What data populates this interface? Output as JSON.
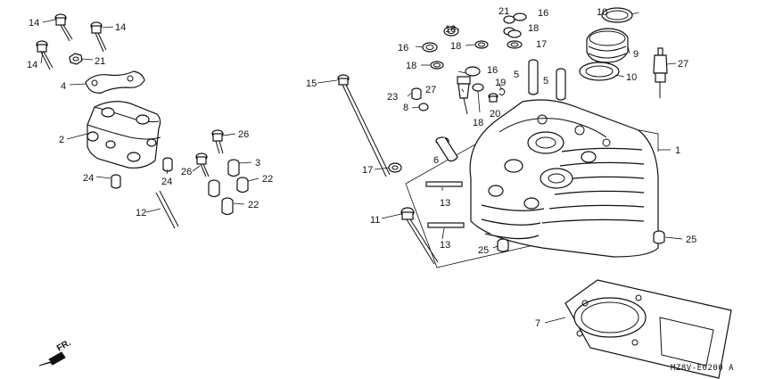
{
  "callouts": [
    {
      "id": "c14a",
      "text": "14"
    },
    {
      "id": "c14b",
      "text": "14"
    },
    {
      "id": "c14c",
      "text": "14"
    },
    {
      "id": "c21a",
      "text": "21"
    },
    {
      "id": "c4",
      "text": "4"
    },
    {
      "id": "c2",
      "text": "2"
    },
    {
      "id": "c24a",
      "text": "24"
    },
    {
      "id": "c24b",
      "text": "24"
    },
    {
      "id": "c12",
      "text": "12"
    },
    {
      "id": "c26a",
      "text": "26"
    },
    {
      "id": "c26b",
      "text": "26"
    },
    {
      "id": "c3",
      "text": "3"
    },
    {
      "id": "c22a",
      "text": "22"
    },
    {
      "id": "c22b",
      "text": "22"
    },
    {
      "id": "c15",
      "text": "15"
    },
    {
      "id": "c16a",
      "text": "16"
    },
    {
      "id": "c18a",
      "text": "18"
    },
    {
      "id": "c16b",
      "text": "16"
    },
    {
      "id": "c18b",
      "text": "18"
    },
    {
      "id": "c21b",
      "text": "21"
    },
    {
      "id": "c16c",
      "text": "16"
    },
    {
      "id": "c18c",
      "text": "18"
    },
    {
      "id": "c17a",
      "text": "17"
    },
    {
      "id": "c16d",
      "text": "16"
    },
    {
      "id": "c23",
      "text": "23"
    },
    {
      "id": "c27a",
      "text": "27"
    },
    {
      "id": "c8",
      "text": "8"
    },
    {
      "id": "c19",
      "text": "19"
    },
    {
      "id": "c20",
      "text": "20"
    },
    {
      "id": "c18d",
      "text": "18"
    },
    {
      "id": "c5a",
      "text": "5"
    },
    {
      "id": "c5b",
      "text": "5"
    },
    {
      "id": "c10a",
      "text": "10"
    },
    {
      "id": "c9",
      "text": "9"
    },
    {
      "id": "c10b",
      "text": "10"
    },
    {
      "id": "c27b",
      "text": "27"
    },
    {
      "id": "c6",
      "text": "6"
    },
    {
      "id": "c1",
      "text": "1"
    },
    {
      "id": "c17b",
      "text": "17"
    },
    {
      "id": "c13a",
      "text": "13"
    },
    {
      "id": "c11",
      "text": "11"
    },
    {
      "id": "c13b",
      "text": "13"
    },
    {
      "id": "c25a",
      "text": "25"
    },
    {
      "id": "c25b",
      "text": "25"
    },
    {
      "id": "c7",
      "text": "7"
    }
  ],
  "fr_label": "FR.",
  "diagram_code": "MZ8V-E0200 A"
}
